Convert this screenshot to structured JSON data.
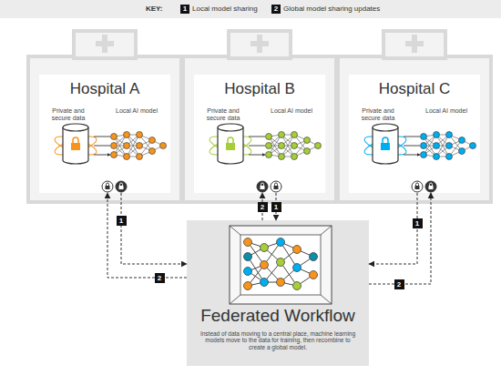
{
  "diagram": {
    "nodes": [
      {
        "text": [
          "Hospital A",
          "Private and secure data",
          "Local AI model"
        ]
      },
      {
        "text": [
          "Hospital B",
          "Private and secure data",
          "Local AI model"
        ]
      },
      {
        "text": [
          "Hospital C",
          "Private and secure data",
          "Local AI model"
        ]
      },
      {
        "text": [
          "Federated Workflow",
          "Instead of data moving to a central place, machine learning models move to the data for training, then recombine to create a global model."
        ]
      }
    ],
    "edges": [
      {
        "from": 0,
        "to": 3,
        "arrow": "to",
        "label": "1"
      },
      {
        "from": 3,
        "to": 0,
        "arrow": "to",
        "label": "2"
      },
      {
        "from": 1,
        "to": 3,
        "arrow": "to",
        "label": "1"
      },
      {
        "from": 3,
        "to": 1,
        "arrow": "to",
        "label": "2"
      },
      {
        "from": 2,
        "to": 3,
        "arrow": "to",
        "label": "1"
      },
      {
        "from": 3,
        "to": 2,
        "arrow": "to",
        "label": "2"
      }
    ],
    "labels": [
      "KEY:",
      "1",
      "2"
    ],
    "legend": [
      {
        "text": "Local model sharing"
      },
      {
        "text": "Global model sharing updates"
      }
    ]
  }
}
